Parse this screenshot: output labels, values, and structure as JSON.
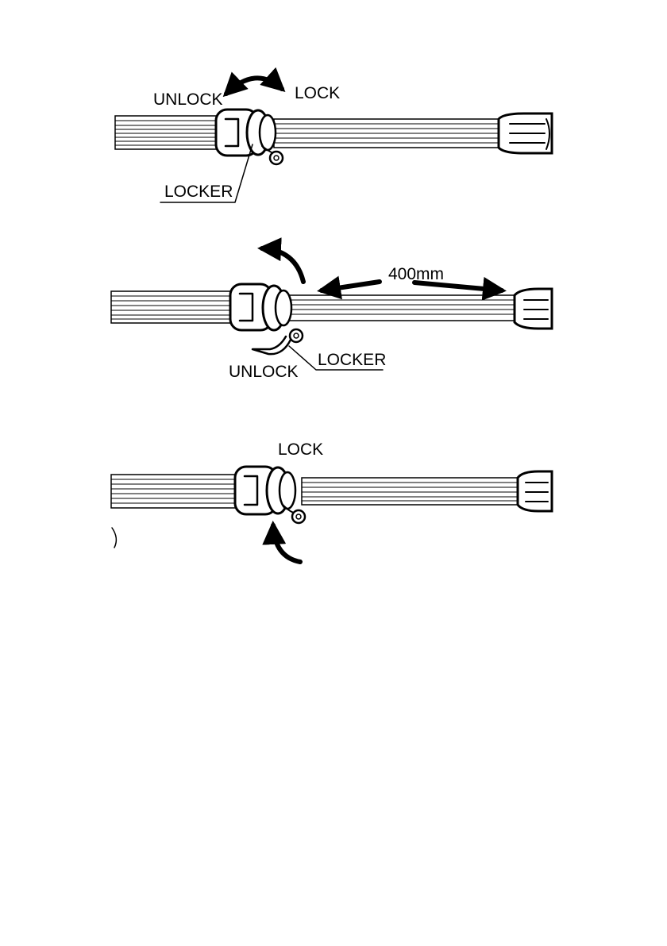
{
  "panels": [
    {
      "label_unlock": "UNLOCK",
      "label_lock": "LOCK",
      "label_locker": "LOCKER"
    },
    {
      "label_length": "400mm",
      "label_unlock": "UNLOCK",
      "label_locker": "LOCKER"
    },
    {
      "label_lock": "LOCK"
    }
  ]
}
